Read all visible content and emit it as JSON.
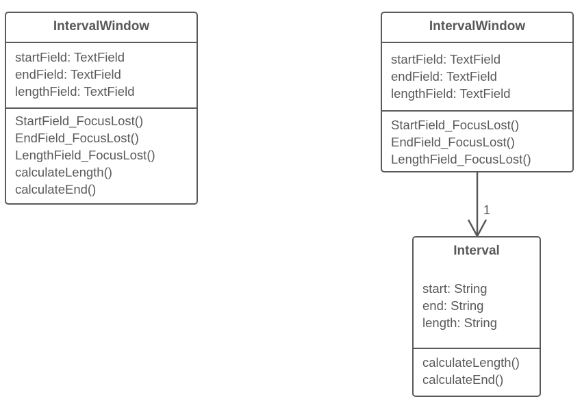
{
  "classes": [
    {
      "name": "IntervalWindow",
      "attributes": [
        "startField: TextField",
        "endField: TextField",
        "lengthField: TextField"
      ],
      "operations": [
        "StartField_FocusLost()",
        "EndField_FocusLost()",
        "LengthField_FocusLost()",
        "calculateLength()",
        "calculateEnd()"
      ]
    },
    {
      "name": "IntervalWindow",
      "attributes": [
        "startField: TextField",
        "endField: TextField",
        "lengthField: TextField"
      ],
      "operations": [
        "StartField_FocusLost()",
        "EndField_FocusLost()",
        "LengthField_FocusLost()"
      ]
    },
    {
      "name": "Interval",
      "attributes": [
        "start: String",
        "end: String",
        "length: String"
      ],
      "operations": [
        "calculateLength()",
        "calculateEnd()"
      ]
    }
  ],
  "association": {
    "multiplicity": "1"
  },
  "colors": {
    "stroke": "#595959",
    "text": "#595959",
    "background": "#ffffff"
  }
}
